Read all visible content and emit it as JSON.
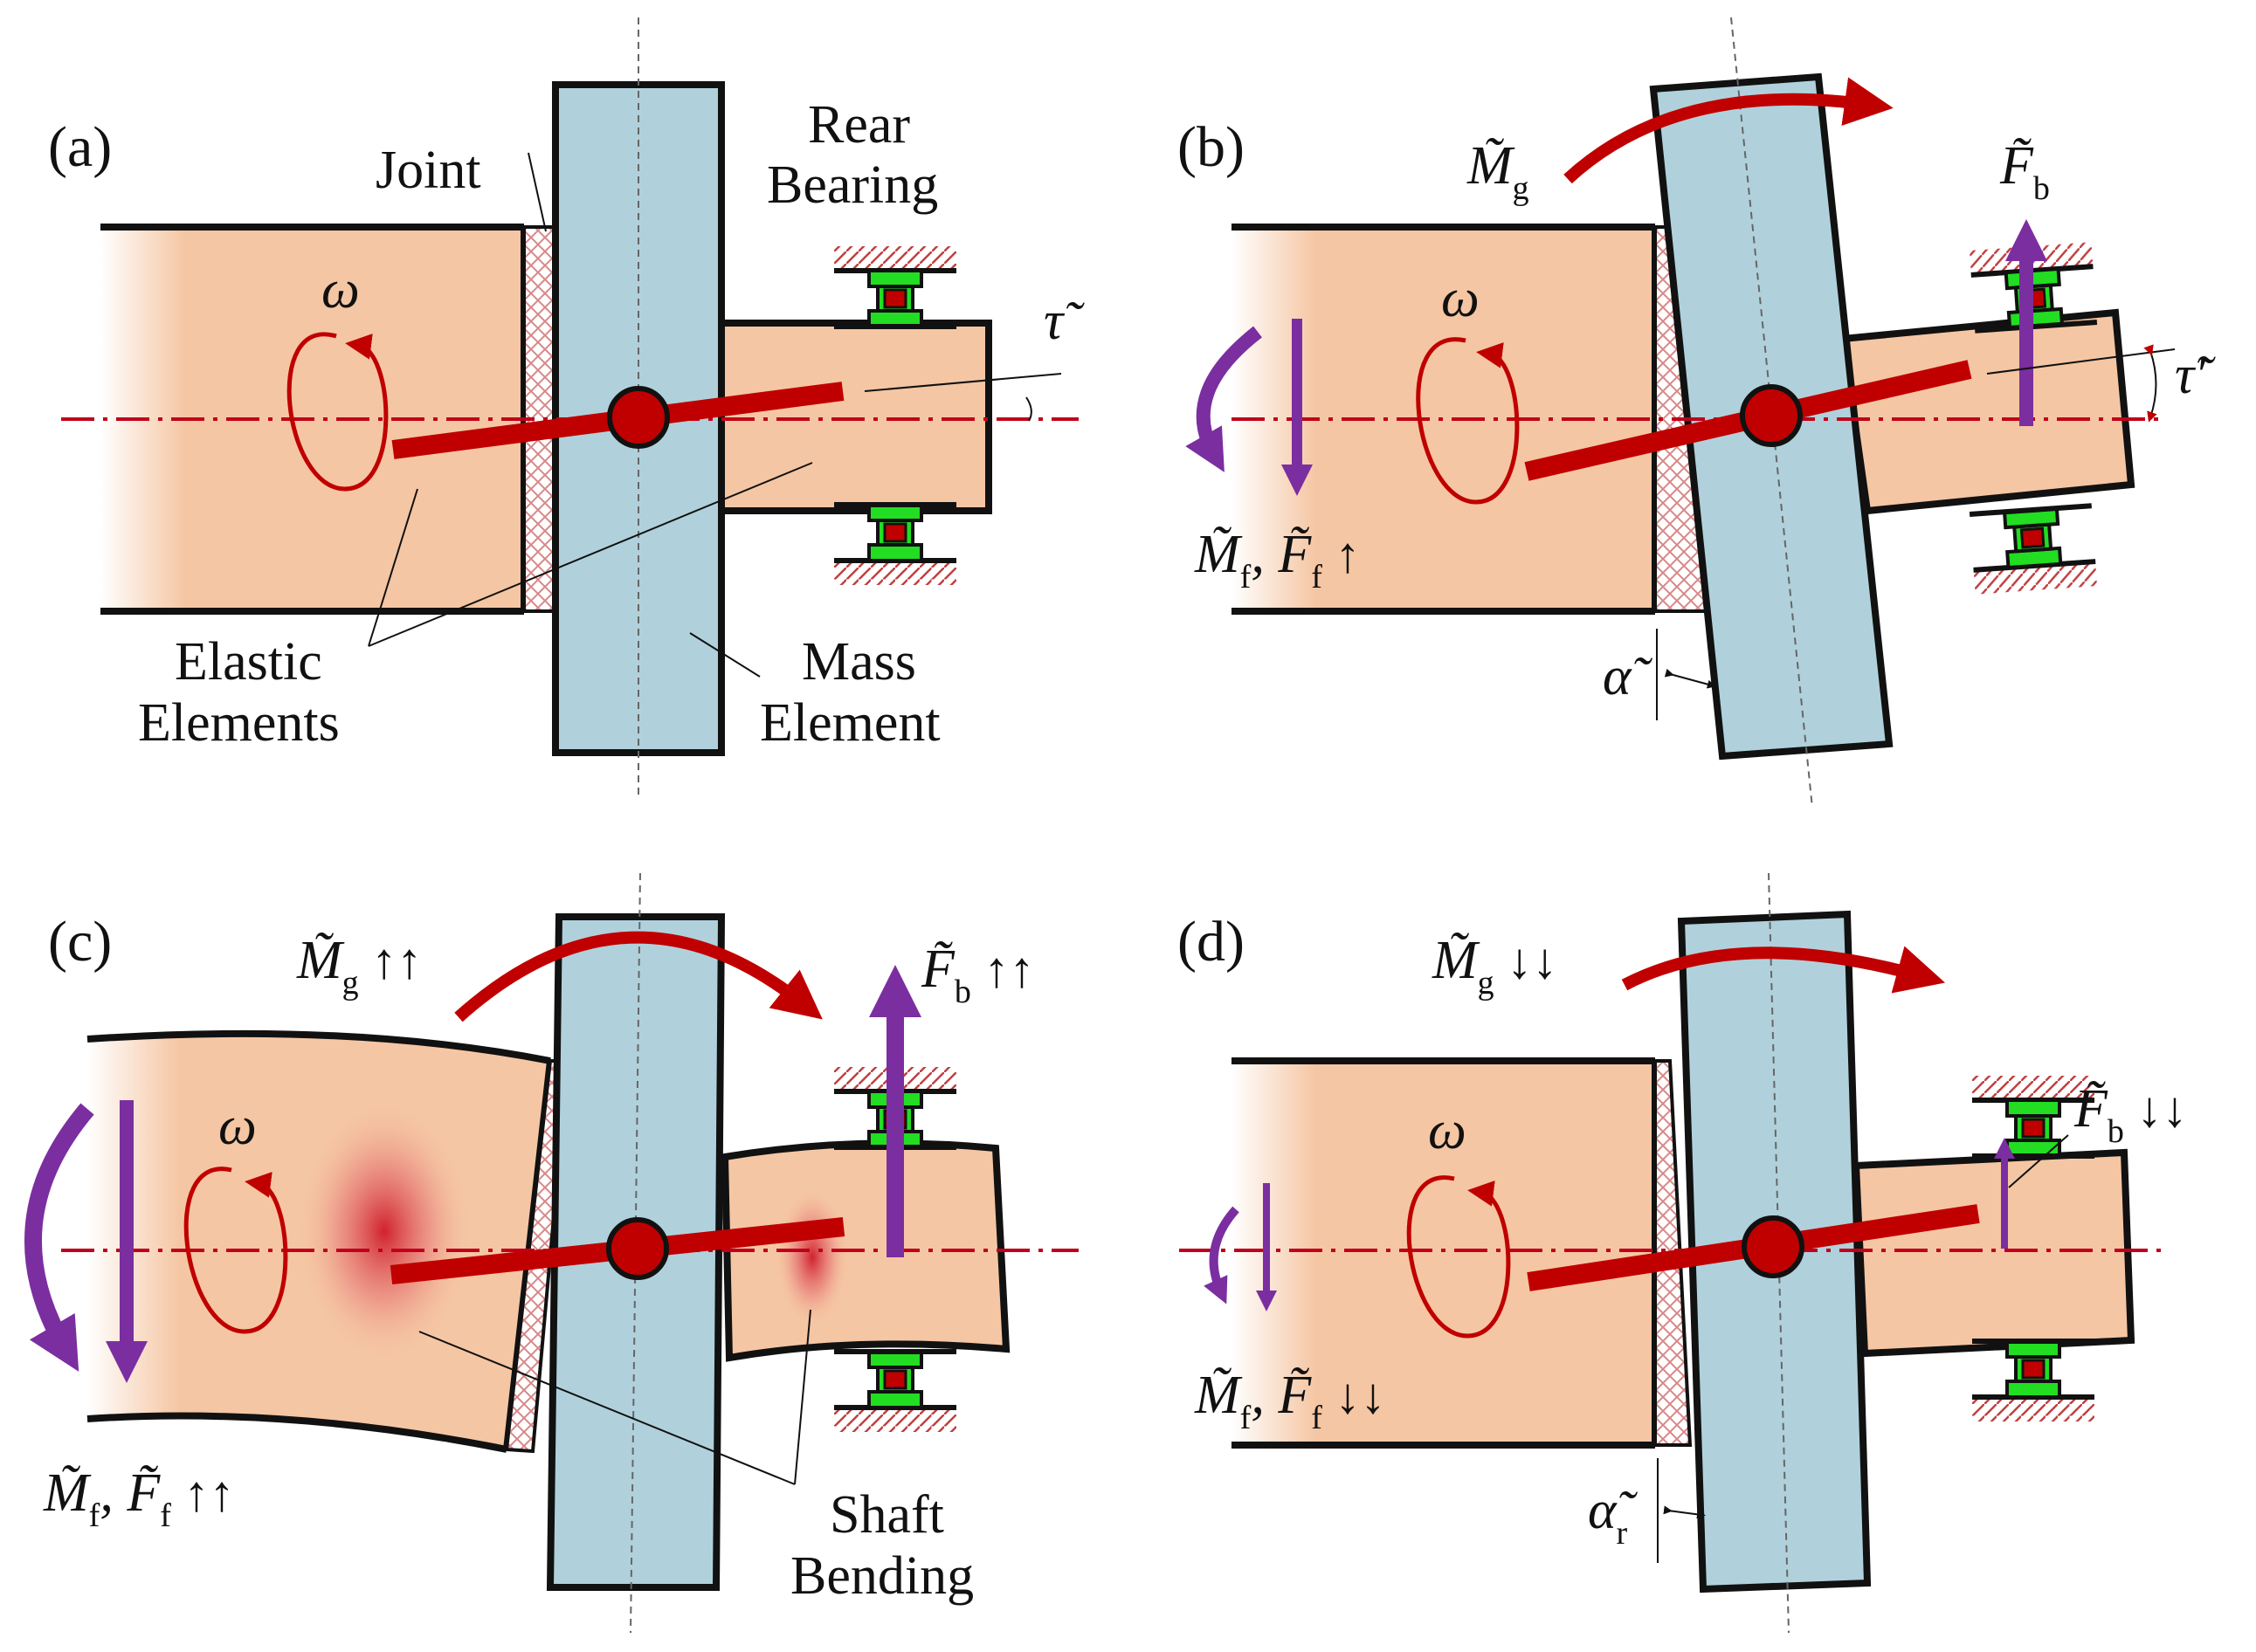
{
  "panels": {
    "a": {
      "tag": "(a)",
      "joint_label": "Joint",
      "rear_bearing_line1": "Rear",
      "rear_bearing_line2": "Bearing",
      "elastic_line1": "Elastic",
      "elastic_line2": "Elements",
      "mass_line1": "Mass",
      "mass_line2": "Element",
      "omega": "ω",
      "tau": "τ̃"
    },
    "b": {
      "tag": "(b)",
      "Mg": "M̃",
      "Mg_sub": "g",
      "Fb": "F̃",
      "Fb_sub": "b",
      "omega": "ω",
      "tau": "τ̃′",
      "Mf": "M̃",
      "Mf_sub": "f",
      "Ff": "F̃",
      "Ff_sub": "f",
      "Mf_arrows": "↑",
      "alpha": "α̃"
    },
    "c": {
      "tag": "(c)",
      "Mg": "M̃",
      "Mg_sub": "g",
      "Mg_arrows": "↑↑",
      "Fb": "F̃",
      "Fb_sub": "b",
      "Fb_arrows": "↑↑",
      "omega": "ω",
      "Mf": "M̃",
      "Mf_sub": "f",
      "Ff": "F̃",
      "Ff_sub": "f",
      "Mf_arrows": "↑↑",
      "shaft_line1": "Shaft",
      "shaft_line2": "Bending"
    },
    "d": {
      "tag": "(d)",
      "Mg": "M̃",
      "Mg_sub": "g",
      "Mg_arrows": "↓↓",
      "Fb": "F̃",
      "Fb_sub": "b",
      "Fb_arrows": "↓↓",
      "omega": "ω",
      "Mf": "M̃",
      "Mf_sub": "f",
      "Ff": "F̃",
      "Ff_sub": "f",
      "Mf_arrows": "↓↓",
      "alpha": "α̃",
      "alpha_sub": "r"
    }
  },
  "colors": {
    "body_fill": "#f5c6a3",
    "mass_fill": "#b0d1db",
    "shaft_red": "#c00000",
    "force_purple": "#7b2ea0",
    "bearing_green": "#22dd22",
    "joint_hatch": "#d88888"
  }
}
